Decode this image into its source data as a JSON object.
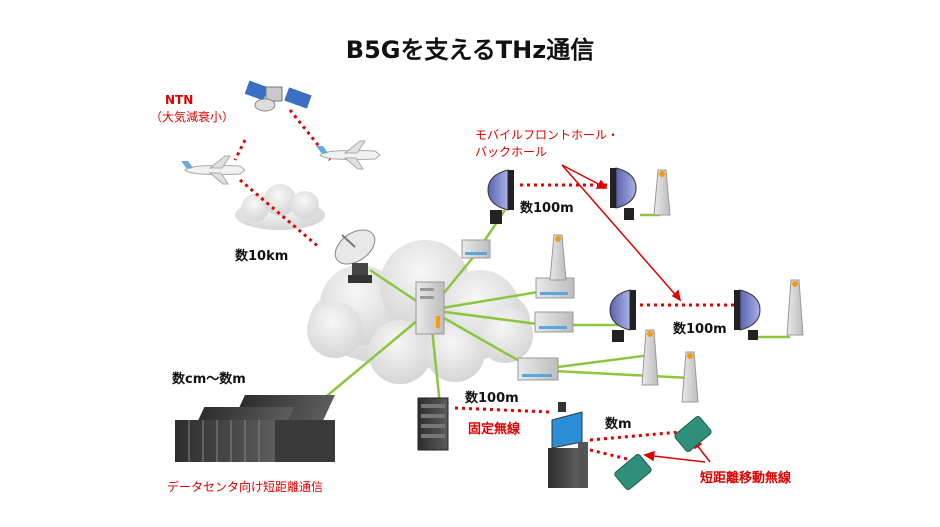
{
  "title": "B5Gを支えるTHz通信",
  "labels": {
    "ntn": "NTN",
    "ntn_sub": "（大気減衰小）",
    "fronthaul_line1": "モバイルフロントホール・",
    "fronthaul_line2": "バックホール",
    "dist_10km": "数10km",
    "dist_100m_top": "数100m",
    "dist_100m_mid": "数100m",
    "dist_100m_bottom": "数100m",
    "dist_cm_m": "数cm～数m",
    "fixed_wireless": "固定無線",
    "dist_m": "数m",
    "short_range_mobile": "短距離移動無線",
    "datacenter": "データセンタ向け短距離通信"
  },
  "colors": {
    "red_label": "#e00000",
    "dotted_link": "#e00000",
    "green_link": "#8cc63f",
    "cloud": "#e6e6e6",
    "dish_blue": "#7b86c9"
  },
  "icons": [
    "satellite-icon",
    "airplane-icon",
    "cloud-icon",
    "parabolic-antenna-icon",
    "server-icon",
    "switch-icon",
    "cell-tower-icon",
    "horn-antenna-icon",
    "rack-server-icon",
    "datacenter-icon",
    "kiosk-terminal-icon",
    "mobile-device-icon"
  ]
}
